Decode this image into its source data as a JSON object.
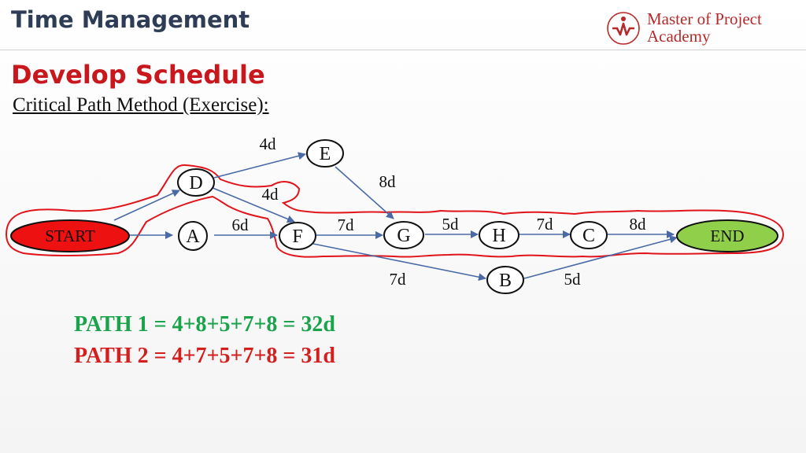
{
  "header": {
    "title": "Time Management",
    "logo_line1": "Master of Project",
    "logo_line2": "Academy"
  },
  "section": {
    "title": "Develop Schedule",
    "subtitle": "Critical Path Method (Exercise):"
  },
  "nodes": {
    "start": "START",
    "a": "A",
    "d": "D",
    "e": "E",
    "f": "F",
    "g": "G",
    "h": "H",
    "c": "C",
    "b": "B",
    "end": "END"
  },
  "durations": {
    "d_e": "4d",
    "e_g": "8d",
    "d_f": "4d",
    "a_f": "6d",
    "f_g": "7d",
    "g_h": "5d",
    "h_c": "7d",
    "c_end": "8d",
    "f_b": "7d",
    "b_end": "5d"
  },
  "paths": {
    "path1": "PATH 1 = 4+8+5+7+8 = 32d",
    "path2": "PATH 2 = 4+7+5+7+8 = 31d"
  },
  "colors": {
    "title": "#2e3c56",
    "accent_red": "#c8171d",
    "start_fill": "#ee1111",
    "end_fill": "#8fcf4a",
    "arrow": "#4a6aa6",
    "path1": "#1aa34a",
    "path2": "#d41f1f"
  }
}
